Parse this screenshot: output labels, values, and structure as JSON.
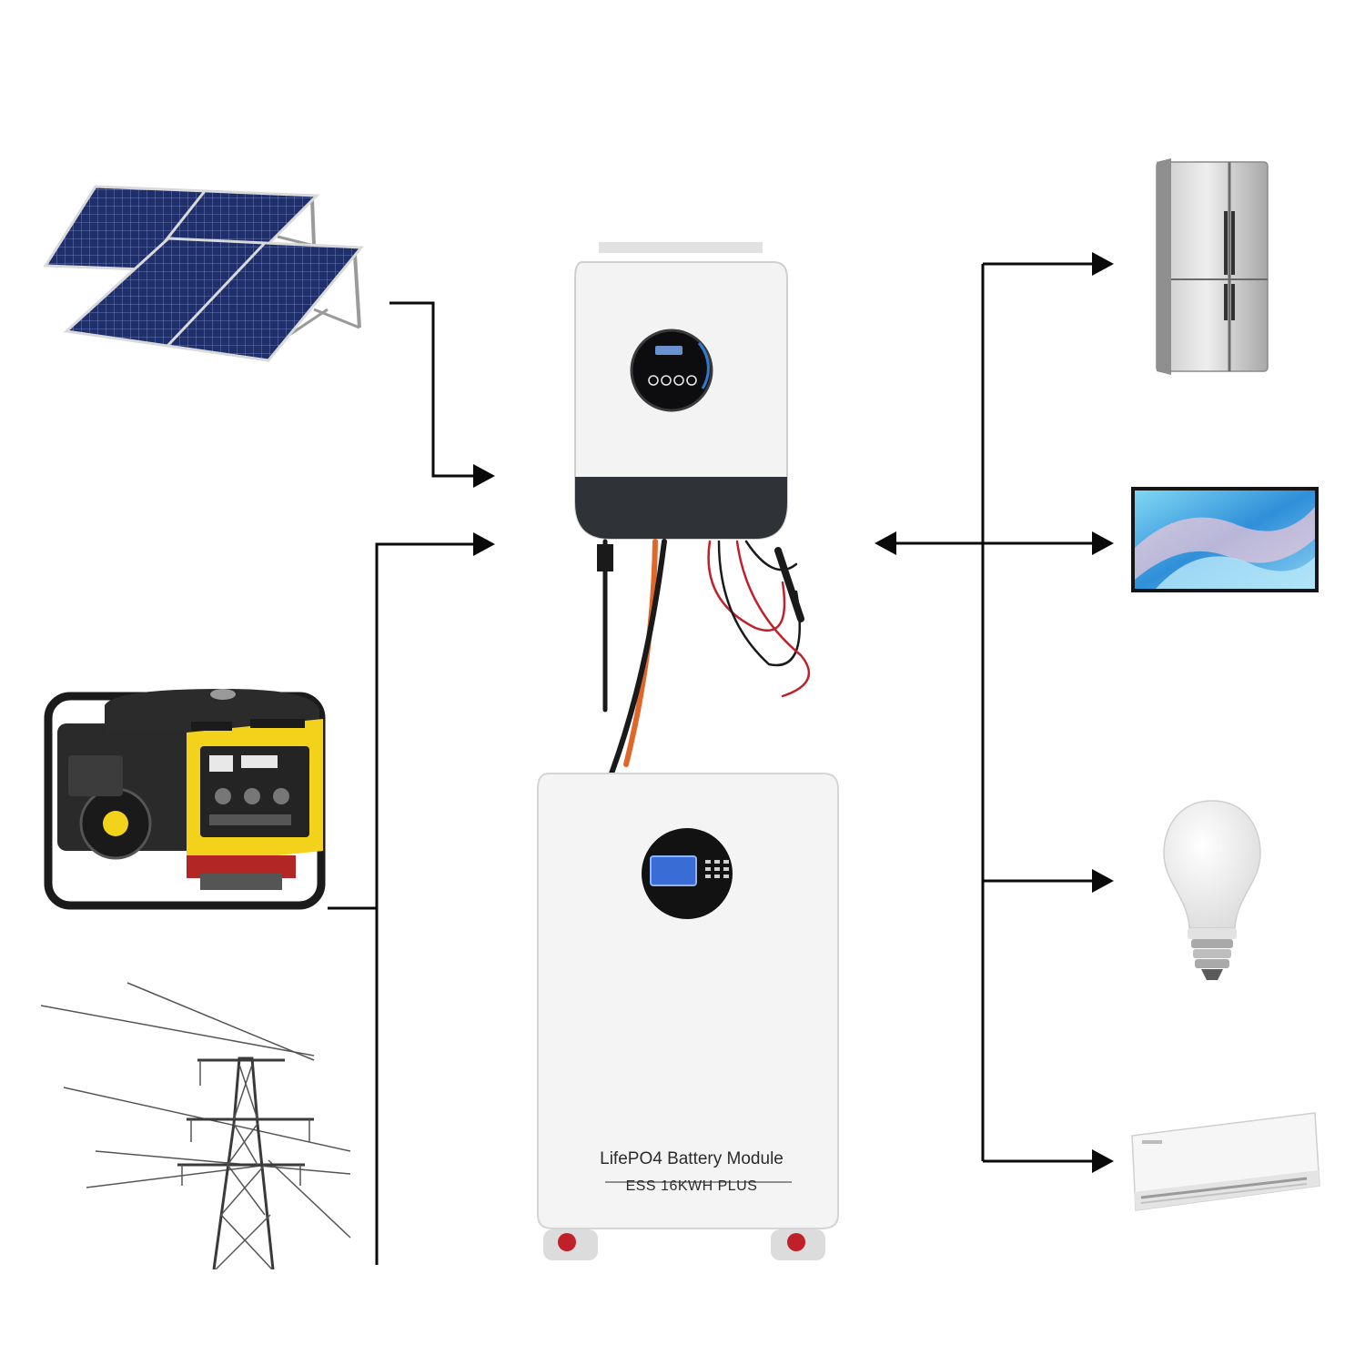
{
  "battery": {
    "title": "LifePO4 Battery Module",
    "model": "ESS 16KWH PLUS"
  },
  "nodes": {
    "sources": [
      "solar-panels",
      "diesel-generator",
      "power-grid"
    ],
    "hub": [
      "hybrid-inverter",
      "battery-module"
    ],
    "loads": [
      "refrigerator",
      "television",
      "light-bulb",
      "air-conditioner"
    ]
  },
  "colors": {
    "line": "#0a0a0a",
    "inverter_body": "#f3f3f3",
    "inverter_base": "#2f3236",
    "generator_yellow": "#f2d21b",
    "solar_cell": "#1e2f6b",
    "cable_orange": "#e0672a",
    "cable_red": "#c0202a"
  }
}
